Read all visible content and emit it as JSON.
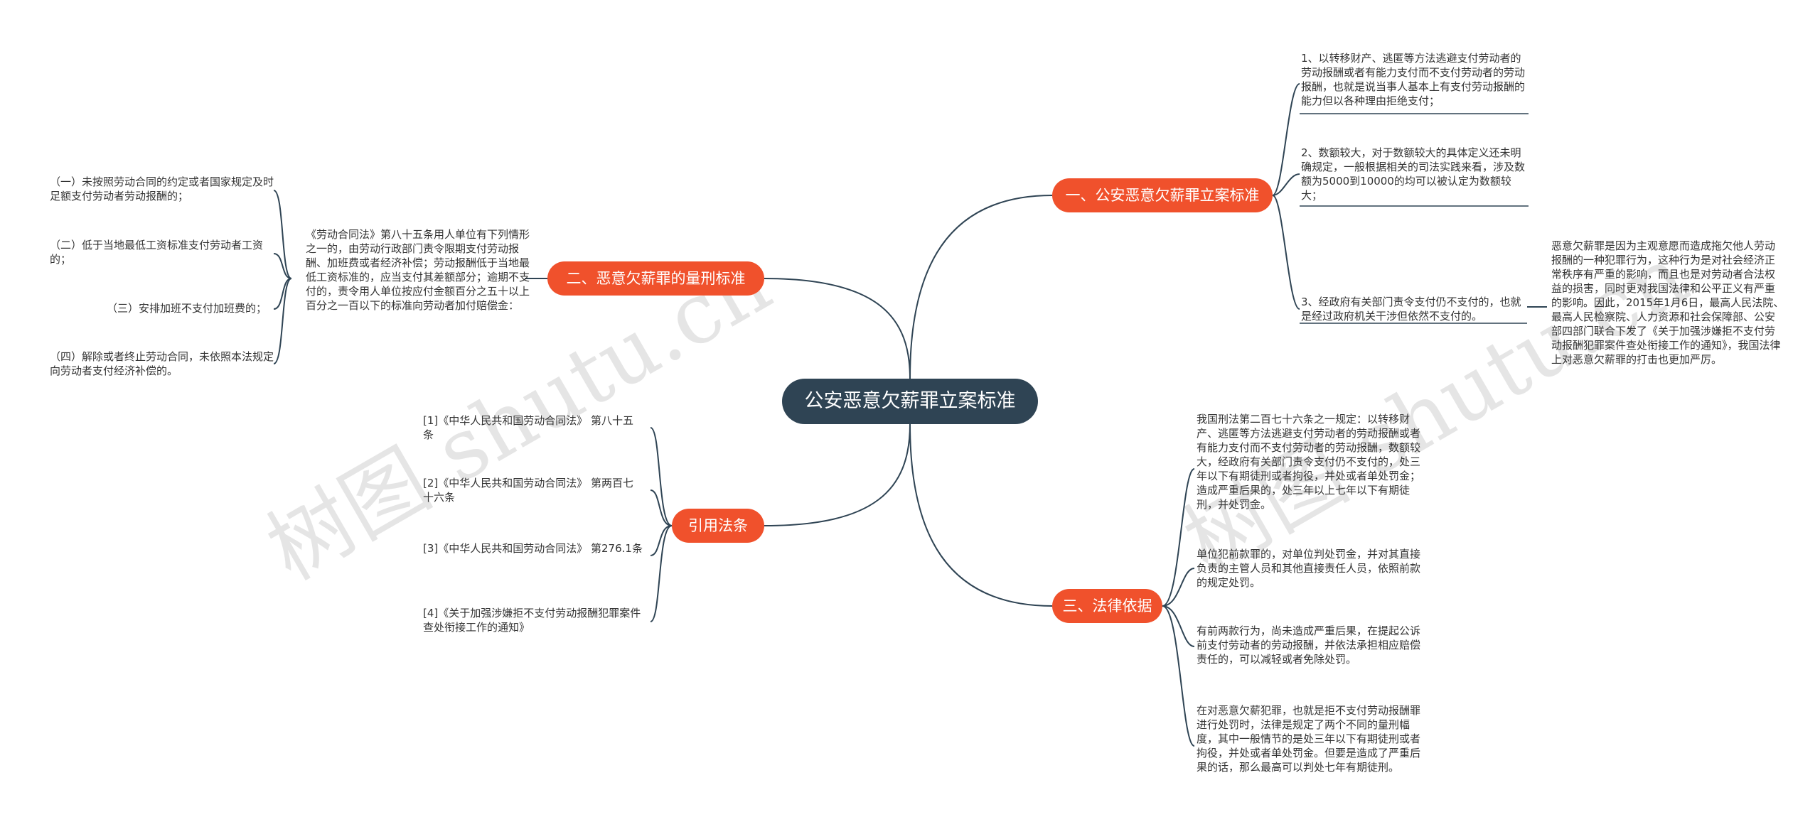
{
  "root": {
    "title": "公安恶意欠薪罪立案标准"
  },
  "watermarks": [
    "树图 shutu.cn",
    "树图 shutu.cn"
  ],
  "branch1": {
    "label": "一、公安恶意欠薪罪立案标准",
    "items": [
      "1、以转移财产、逃匿等方法逃避支付劳动者的劳动报酬或者有能力支付而不支付劳动者的劳动报酬，也就是说当事人基本上有支付劳动报酬的能力但以各种理由拒绝支付；",
      "2、数额较大，对于数额较大的具体定义还未明确规定，一般根据相关的司法实践来看，涉及数额为5000到10000的均可以被认定为数额较大；",
      "3、经政府有关部门责令支付仍不支付的，也就是经过政府机关干涉但依然不支付的。"
    ],
    "sub": "恶意欠薪罪是因为主观意愿而造成拖欠他人劳动报酬的一种犯罪行为，这种行为是对社会经济正常秩序有严重的影响，而且也是对劳动者合法权益的损害，同时更对我国法律和公平正义有严重的影响。因此，2015年1月6日，最高人民法院、最高人民检察院、人力资源和社会保障部、公安部四部门联合下发了《关于加强涉嫌拒不支付劳动报酬犯罪案件查处衔接工作的通知》，我国法律上对恶意欠薪罪的打击也更加严厉。"
  },
  "branch2": {
    "label": "二、恶意欠薪罪的量刑标准",
    "mid": "《劳动合同法》第八十五条用人单位有下列情形之一的，由劳动行政部门责令限期支付劳动报酬、加班费或者经济补偿；劳动报酬低于当地最低工资标准的，应当支付其差额部分；逾期不支付的，责令用人单位按应付金额百分之五十以上百分之一百以下的标准向劳动者加付赔偿金：",
    "items": [
      "（一）未按照劳动合同的约定或者国家规定及时足额支付劳动者劳动报酬的；",
      "（二）低于当地最低工资标准支付劳动者工资的；",
      "（三）安排加班不支付加班费的；",
      "（四）解除或者终止劳动合同，未依照本法规定向劳动者支付经济补偿的。"
    ]
  },
  "branch3": {
    "label": "三、法律依据",
    "items": [
      "我国刑法第二百七十六条之一规定：以转移财产、逃匿等方法逃避支付劳动者的劳动报酬或者有能力支付而不支付劳动者的劳动报酬，数额较大，经政府有关部门责令支付仍不支付的，处三年以下有期徒刑或者拘役，并处或者单处罚金；造成严重后果的，处三年以上七年以下有期徒刑，并处罚金。",
      "单位犯前款罪的，对单位判处罚金，并对其直接负责的主管人员和其他直接责任人员，依照前款的规定处罚。",
      "有前两款行为，尚未造成严重后果，在提起公诉前支付劳动者的劳动报酬，并依法承担相应赔偿责任的，可以减轻或者免除处罚。",
      "在对恶意欠薪犯罪，也就是拒不支付劳动报酬罪进行处罚时，法律是规定了两个不同的量刑幅度，其中一般情节的是处三年以下有期徒刑或者拘役，并处或者单处罚金。但要是造成了严重后果的话，那么最高可以判处七年有期徒刑。"
    ]
  },
  "branch4": {
    "label": "引用法条",
    "items": [
      "[1]《中华人民共和国劳动合同法》 第八十五条",
      "[2]《中华人民共和国劳动合同法》 第两百七十六条",
      "[3]《中华人民共和国劳动合同法》 第276.1条",
      "[4]《关于加强涉嫌拒不支付劳动报酬犯罪案件查处衔接工作的通知》"
    ]
  },
  "colors": {
    "root": "#2f4454",
    "branch": "#f0512c",
    "line": "#2f4454",
    "text": "#333333"
  }
}
